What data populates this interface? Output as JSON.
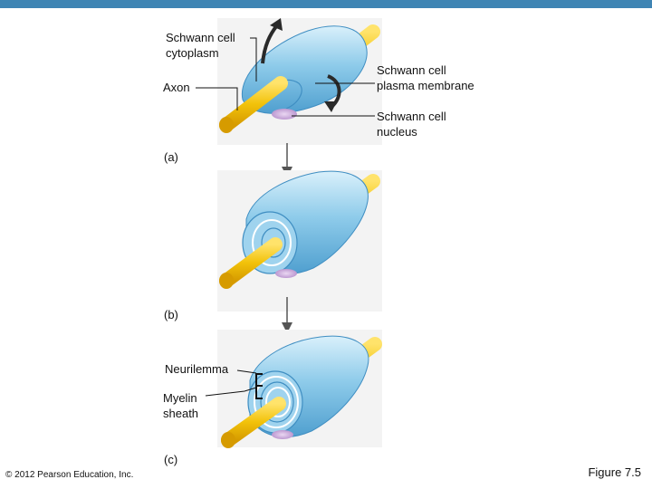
{
  "colors": {
    "top_bar": "#3f85b4",
    "axon": "#f2c20a",
    "schwann": "#8ecbea",
    "schwann_dark": "#5aa6d4",
    "nucleus": "#c9a6d9"
  },
  "panel_a": {
    "label": "(a)",
    "cytoplasm": "Schwann cell\ncytoplasm",
    "axon": "Axon",
    "plasma_membrane": "Schwann cell\nplasma membrane",
    "nucleus": "Schwann cell\nnucleus"
  },
  "panel_b": {
    "label": "(b)"
  },
  "panel_c": {
    "label": "(c)",
    "neurilemma": "Neurilemma",
    "myelin_sheath": "Myelin\nsheath"
  },
  "footer": {
    "copyright": "© 2012 Pearson Education, Inc.",
    "figure": "Figure 7.5"
  }
}
